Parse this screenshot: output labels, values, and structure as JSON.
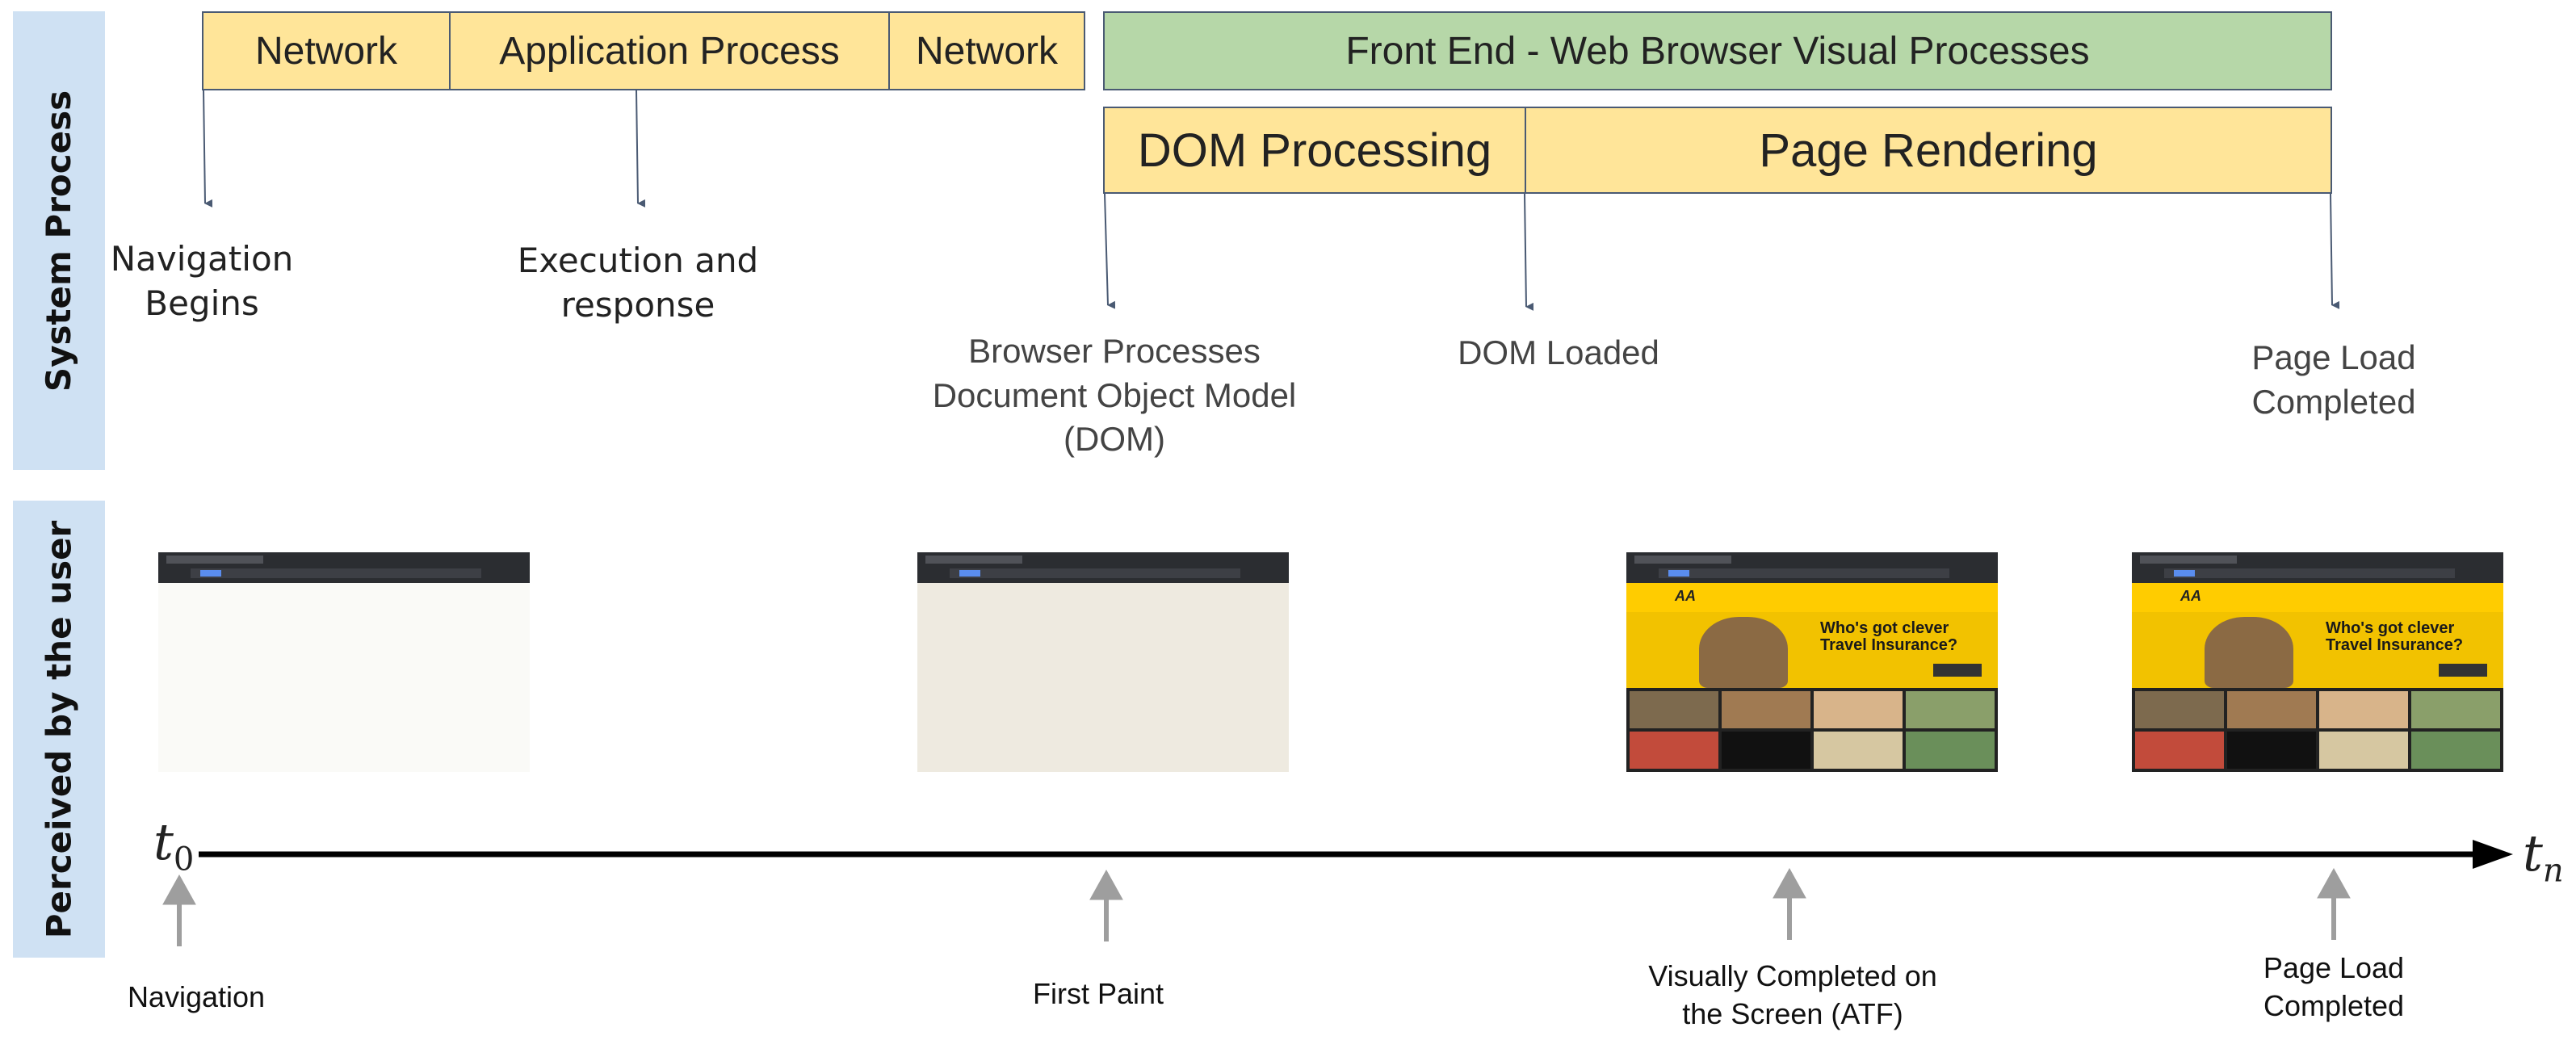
{
  "side_labels": {
    "system": "System Process",
    "perceived": "Perceived by the user"
  },
  "top_row": {
    "network_1": "Network",
    "application_process": "Application Process",
    "network_2": "Network",
    "front_end": "Front End - Web Browser Visual Processes",
    "dom_processing": "DOM Processing",
    "page_rendering": "Page Rendering"
  },
  "events": {
    "navigation_begins": "Navigation\nBegins",
    "execution_response": "Execution and\nresponse",
    "browser_processes_dom": "Browser Processes\nDocument Object Model\n(DOM)",
    "dom_loaded": "DOM Loaded",
    "page_load_completed": "Page Load\nCompleted"
  },
  "screenshots": {
    "site_logo": "AA",
    "hero_text": "Who's got clever\nTravel Insurance?"
  },
  "timeline": {
    "start": "t",
    "start_sub": "0",
    "end": "t",
    "end_sub": "n"
  },
  "bottom_labels": {
    "navigation": "Navigation",
    "first_paint": "First Paint",
    "visually_completed": "Visually Completed on\nthe Screen (ATF)",
    "page_load_completed": "Page Load\nCompleted"
  },
  "colors": {
    "side_panel": "#cfe1f3",
    "process_box": "#ffe599",
    "front_end_box": "#b6d7a8",
    "box_border": "#4a5a73",
    "timeline": "#000000",
    "marker_arrow": "#9e9e9e"
  }
}
